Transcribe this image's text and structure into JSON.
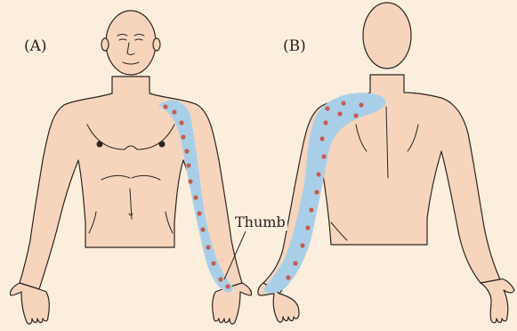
{
  "panels": [
    {
      "label": "(A)",
      "view": "front"
    },
    {
      "label": "(B)",
      "view": "back"
    }
  ],
  "callout": {
    "label": "Thumb"
  },
  "colors": {
    "background": "#FCEEDC",
    "skin": "#F6D5BC",
    "outline": "#2B2523",
    "dermatome_shade": "#A9CFE8",
    "dots": "#C65B4F"
  }
}
